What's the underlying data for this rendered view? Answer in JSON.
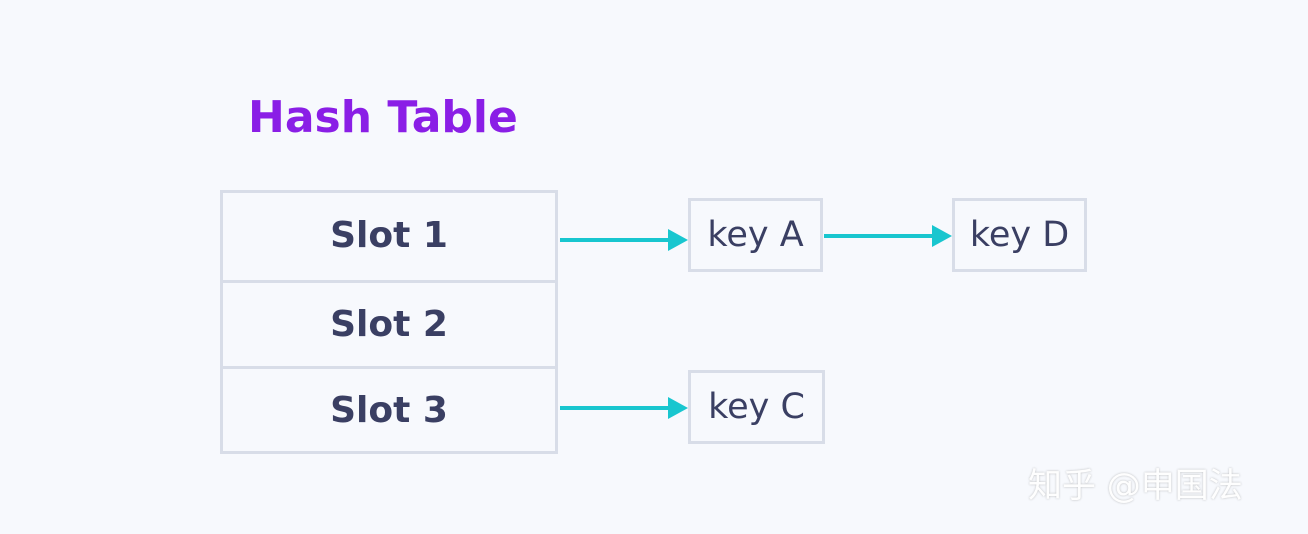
{
  "diagram": {
    "title": "Hash Table",
    "slots": [
      {
        "label": "Slot 1"
      },
      {
        "label": "Slot 2"
      },
      {
        "label": "Slot 3"
      }
    ],
    "keys": {
      "a": "key A",
      "d": "key D",
      "c": "key C"
    },
    "links": [
      {
        "from": "Slot 1",
        "to": "key A"
      },
      {
        "from": "key A",
        "to": "key D"
      },
      {
        "from": "Slot 3",
        "to": "key C"
      }
    ],
    "watermark": "知乎 @申国法"
  },
  "colors": {
    "title": "#8a1ee6",
    "text": "#3a3f63",
    "border": "#d8dde8",
    "arrow": "#18c6cf",
    "background": "#f7f9fd"
  }
}
